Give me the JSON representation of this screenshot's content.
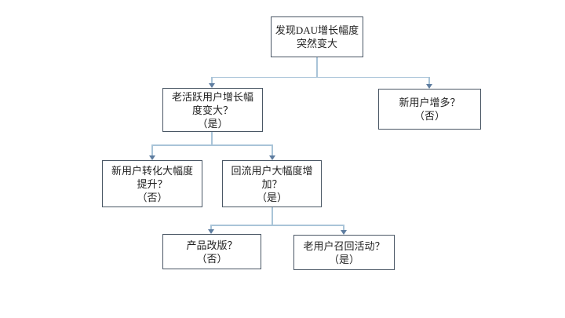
{
  "diagram": {
    "type": "flowchart",
    "nodes": [
      {
        "id": "dau-growth-spike",
        "lines": [
          "发现DAU增长幅度",
          "突然变大"
        ]
      },
      {
        "id": "old-active-user-growth",
        "lines": [
          "老活跃用户增长幅",
          "度变大？",
          "（是）"
        ]
      },
      {
        "id": "new-user-increase",
        "lines": [
          "新用户增多？",
          "（否）"
        ]
      },
      {
        "id": "new-user-conversion",
        "lines": [
          "新用户转化大幅度",
          "提升？",
          "（否）"
        ]
      },
      {
        "id": "returning-user-increase",
        "lines": [
          "回流用户大幅度增",
          "加？",
          "（是）"
        ]
      },
      {
        "id": "product-redesign",
        "lines": [
          "产品改版？",
          "（否）"
        ]
      },
      {
        "id": "old-user-recall-campaign",
        "lines": [
          "老用户召回活动？",
          "（是）"
        ]
      }
    ],
    "edges": [
      {
        "from": "dau-growth-spike",
        "to": "old-active-user-growth"
      },
      {
        "from": "dau-growth-spike",
        "to": "new-user-increase"
      },
      {
        "from": "old-active-user-growth",
        "to": "new-user-conversion"
      },
      {
        "from": "old-active-user-growth",
        "to": "returning-user-increase"
      },
      {
        "from": "returning-user-increase",
        "to": "product-redesign"
      },
      {
        "from": "returning-user-increase",
        "to": "old-user-recall-campaign"
      }
    ],
    "colors": {
      "background": "#ffffff",
      "box_fill": "#ffffff",
      "box_border": "#4a5765",
      "connector_line": "#a9c4d8",
      "arrowhead": "#5e7da0",
      "text": "#1f1f1f"
    }
  }
}
